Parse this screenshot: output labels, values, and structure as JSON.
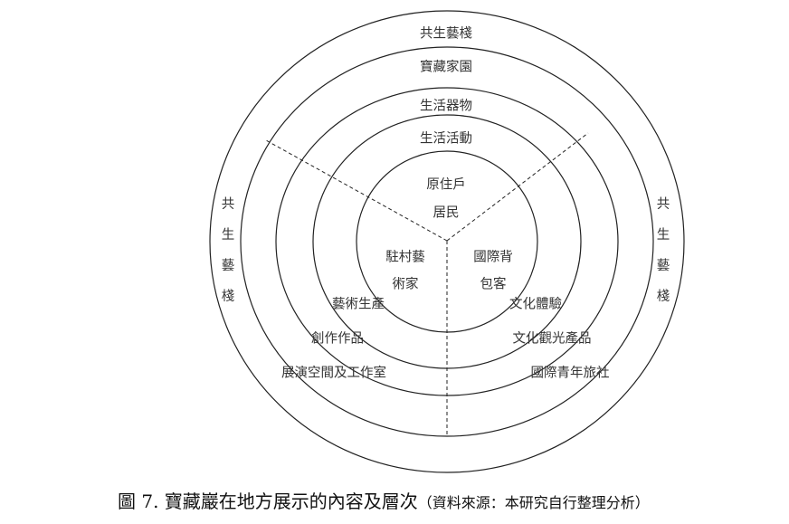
{
  "rings": {
    "outer": "共生藝棧",
    "second": "寶藏家園",
    "third": "生活器物",
    "fourth": "生活活動"
  },
  "center": {
    "top": [
      "原住戶",
      "居民"
    ],
    "left": [
      "駐村藝",
      "術家"
    ],
    "right": [
      "國際背",
      "包客"
    ]
  },
  "left_items": [
    "藝術生產",
    "創作作品",
    "展演空間及工作室"
  ],
  "right_items": [
    "文化體驗",
    "文化觀光產品",
    "國際青年旅社"
  ],
  "side_labels": {
    "left": [
      "共",
      "生",
      "藝",
      "棧"
    ],
    "right": [
      "共",
      "生",
      "藝",
      "棧"
    ]
  },
  "caption": {
    "title": "圖 7. 寶藏巖在地方展示的內容及層次",
    "source": "（資料來源：本研究自行整理分析）"
  }
}
